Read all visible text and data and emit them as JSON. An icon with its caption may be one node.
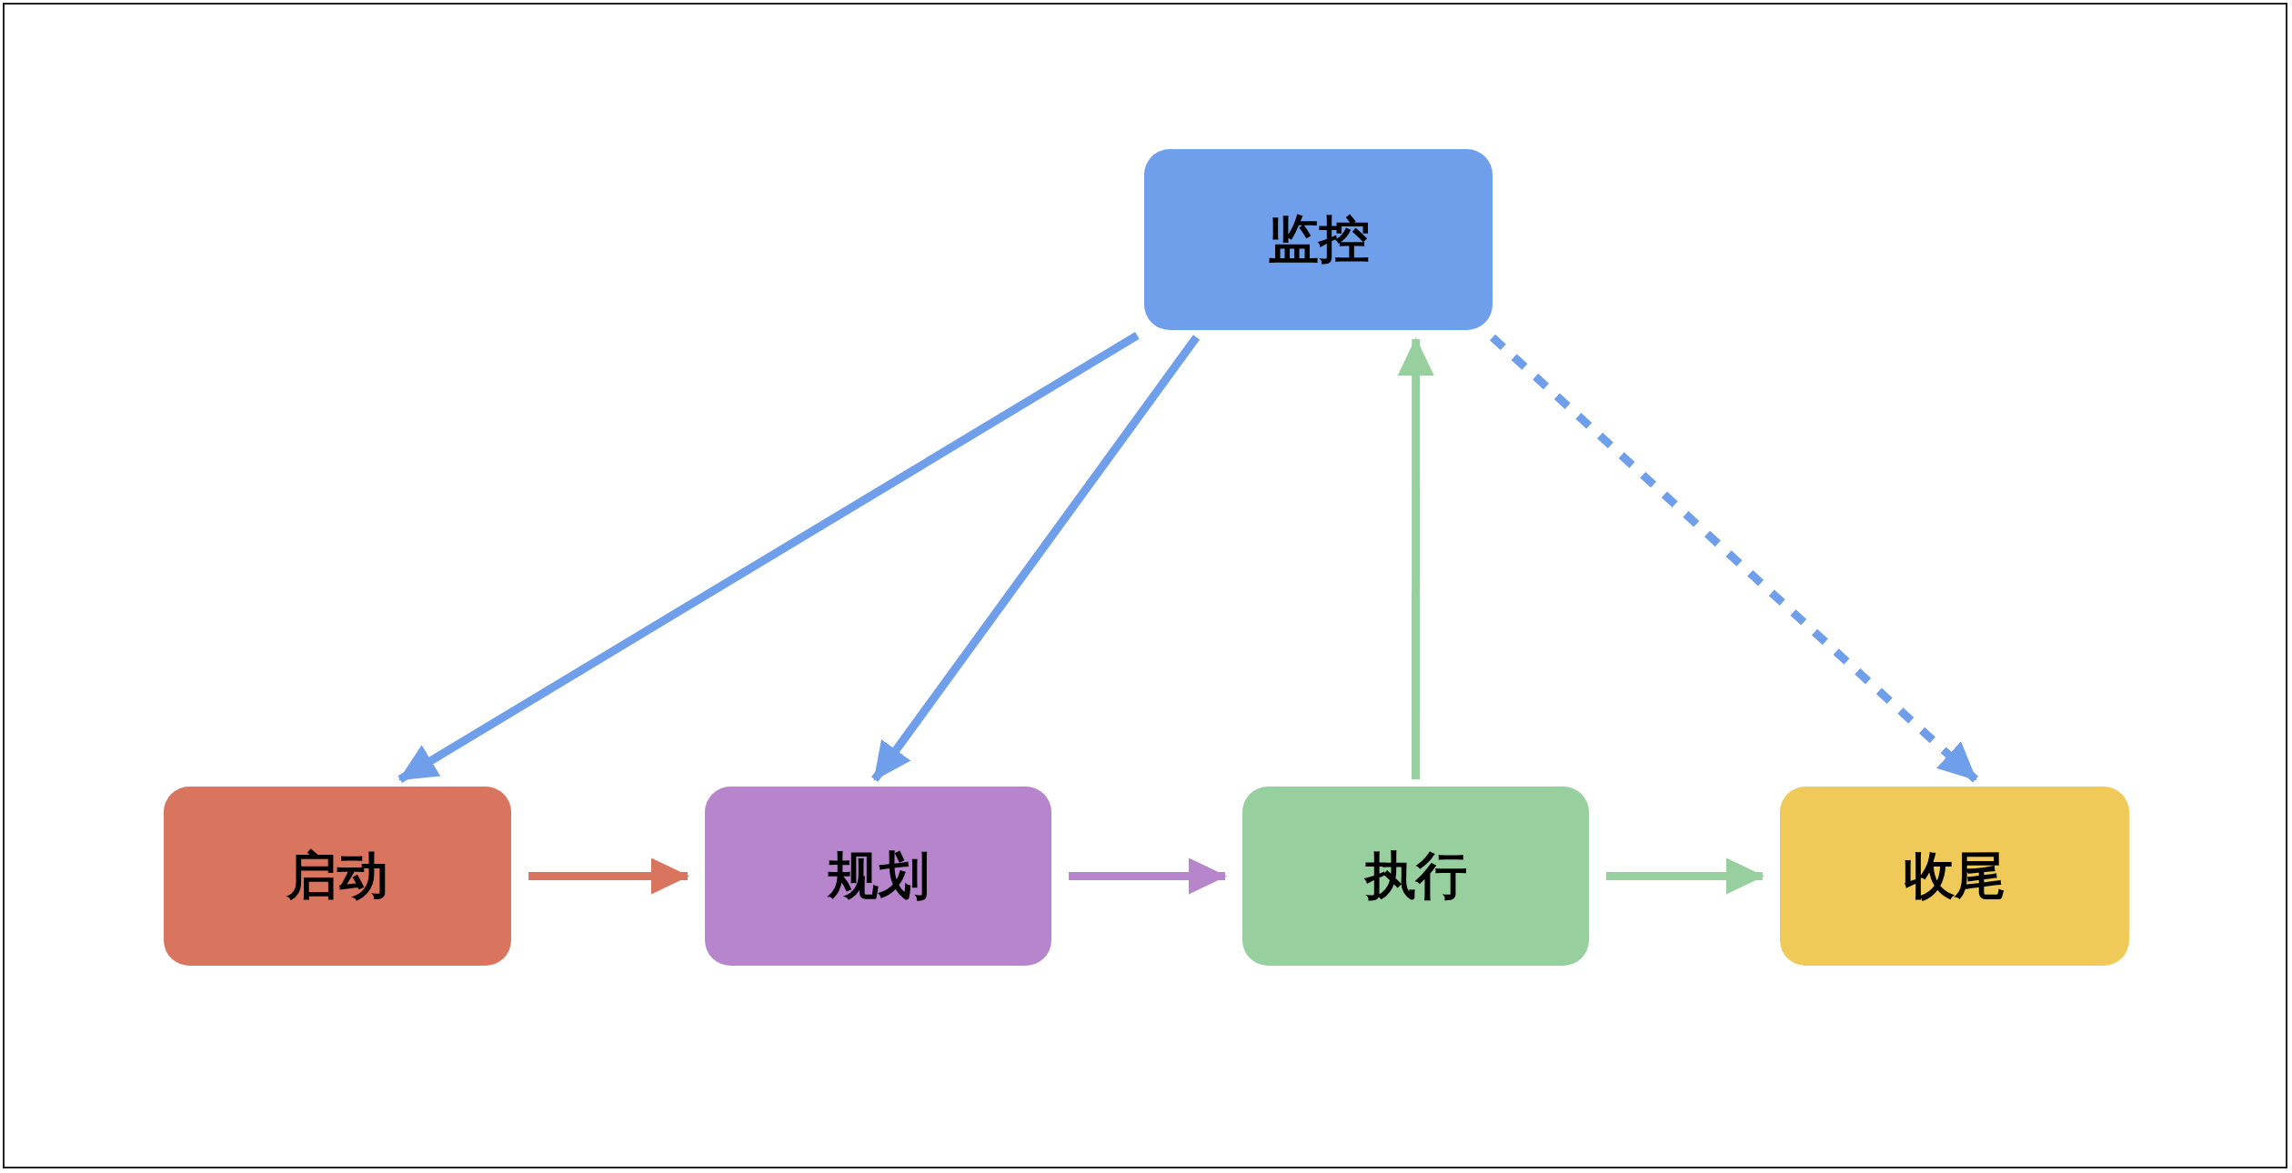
{
  "diagram": {
    "nodes": [
      {
        "text": [
          "监控"
        ]
      },
      {
        "text": [
          "启动"
        ]
      },
      {
        "text": [
          "规划"
        ]
      },
      {
        "text": [
          "执行"
        ]
      },
      {
        "text": [
          "收尾"
        ]
      }
    ],
    "edges": [
      {
        "from": 0,
        "to": 1,
        "arrow": "to",
        "color": "#6f9fea"
      },
      {
        "from": 0,
        "to": 2,
        "arrow": "to",
        "color": "#6f9fea"
      },
      {
        "from": 3,
        "to": 0,
        "arrow": "to",
        "color": "#97cf9f"
      },
      {
        "from": 0,
        "to": 4,
        "arrow": "to",
        "style": "dashed",
        "color": "#6f9fea"
      },
      {
        "from": 1,
        "to": 2,
        "arrow": "to",
        "color": "#d9745f"
      },
      {
        "from": 2,
        "to": 3,
        "arrow": "to",
        "color": "#b785cc"
      },
      {
        "from": 3,
        "to": 4,
        "arrow": "to",
        "color": "#97cf9f"
      }
    ]
  }
}
